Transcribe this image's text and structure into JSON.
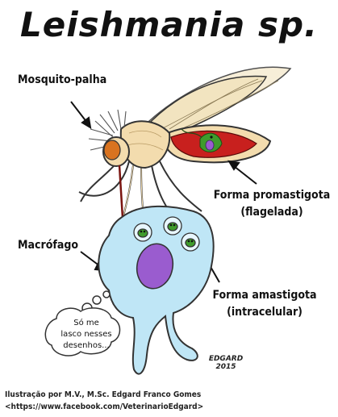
{
  "title": "Leishmania sp.",
  "labels": {
    "mosquito": "Mosquito-palha",
    "promastigote_line1": "Forma promastigota",
    "promastigote_line2": "(flagelada)",
    "macrophage": "Macrófago",
    "amastigote_line1": "Forma amastigota",
    "amastigote_line2": "(intracelular)"
  },
  "thought_bubble": {
    "line1": "Só me",
    "line2": "lasco nesses",
    "line3": "desenhos..."
  },
  "signature": {
    "name": "EDGARD",
    "year": "2015"
  },
  "credits": {
    "line1": "Ilustração por M.V., M.Sc. Edgard Franco Gomes",
    "line2": "<https://www.facebook.com/VeterinarioEdgard>"
  },
  "colors": {
    "mosquito_body": "#f3dcae",
    "mosquito_eye": "#d9731f",
    "wing": "#f2e4c0",
    "gut": "#c8201e",
    "parasite_green": "#3f9c2c",
    "macrophage": "#bfe6f6",
    "nucleus": "#9a5ccf"
  }
}
